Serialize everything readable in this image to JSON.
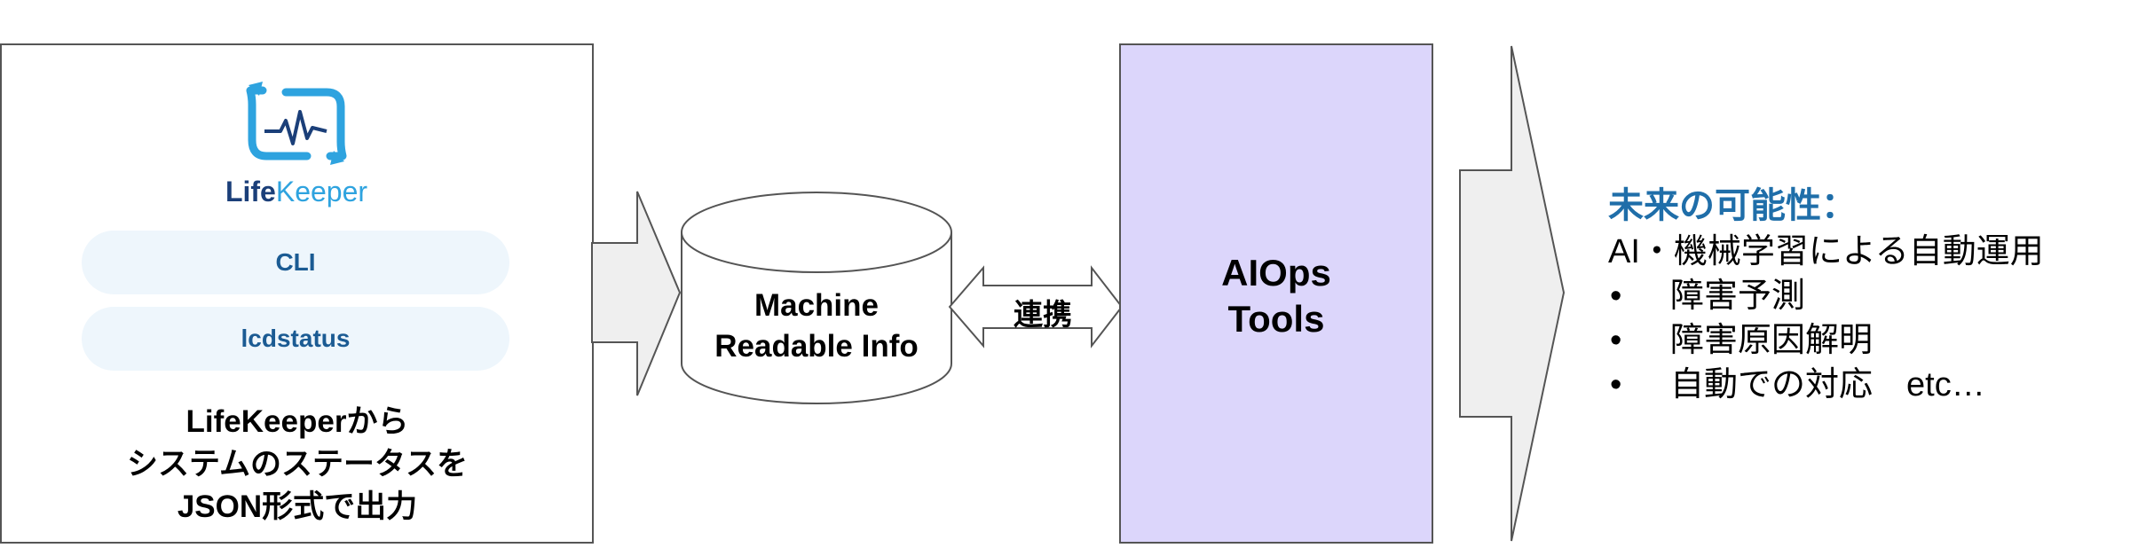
{
  "lifekeeper": {
    "logo_part1": "Life",
    "logo_part2": "Keeper",
    "pills": [
      "CLI",
      "lcdstatus"
    ],
    "caption_lines": [
      "LifeKeeperから",
      "システムのステータスを",
      "JSON形式で出力"
    ]
  },
  "database": {
    "label_lines": [
      "Machine",
      "Readable Info"
    ]
  },
  "link": {
    "label": "連携"
  },
  "aiops": {
    "label_lines": [
      "AIOps",
      "Tools"
    ]
  },
  "future": {
    "title": "未来の可能性：",
    "subtitle": "AI・機械学習による自動運用",
    "bullet_symbol": "•",
    "bullets": [
      "障害予測",
      "障害原因解明",
      "自動での対応　etc…"
    ]
  },
  "colors": {
    "aiops_fill": "#dcd6fb",
    "arrow_fill": "#efefef",
    "logo_blue": "#2ea3df",
    "logo_navy": "#1b3f79",
    "pill_fill": "#eef6fc",
    "pill_text": "#1b5b93",
    "future_title": "#1f6ea9"
  }
}
